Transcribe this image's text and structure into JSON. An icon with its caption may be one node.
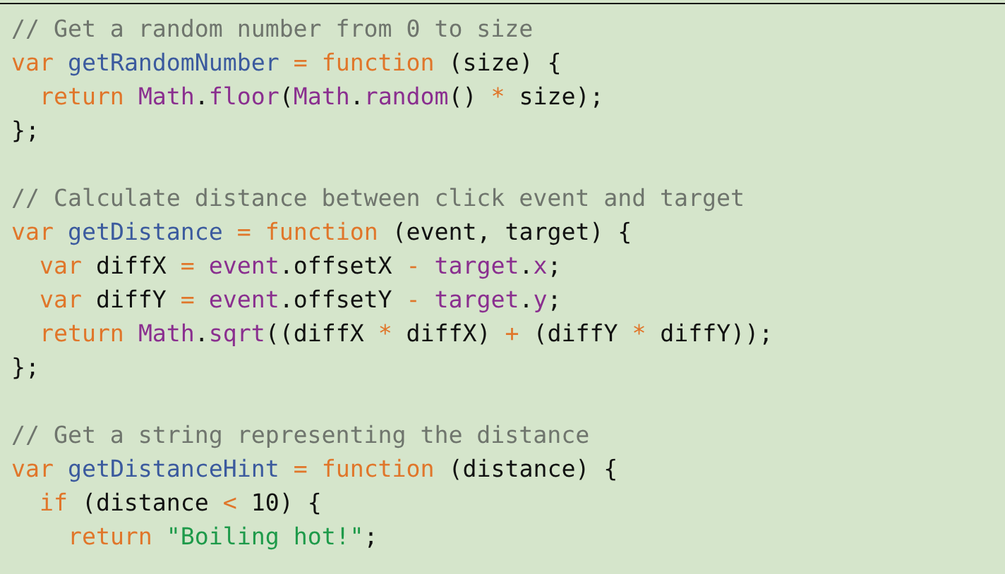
{
  "diagram": {
    "labels": [
      "// Get a random number from 0 to size",
      "var getRandomNumber = function (size) {",
      "  return Math.floor(Math.random() * size);",
      "};",
      "// Calculate distance between click event and target",
      "var getDistance = function (event, target) {",
      "  var diffX = event.offsetX - target.x;",
      "  var diffY = event.offsetY - target.y;",
      "  return Math.sqrt((diffX * diffX) + (diffY * diffY));",
      "};",
      "// Get a string representing the distance",
      "var getDistanceHint = function (distance) {",
      "  if (distance < 10) {",
      "    return \"Boiling hot!\";"
    ]
  }
}
